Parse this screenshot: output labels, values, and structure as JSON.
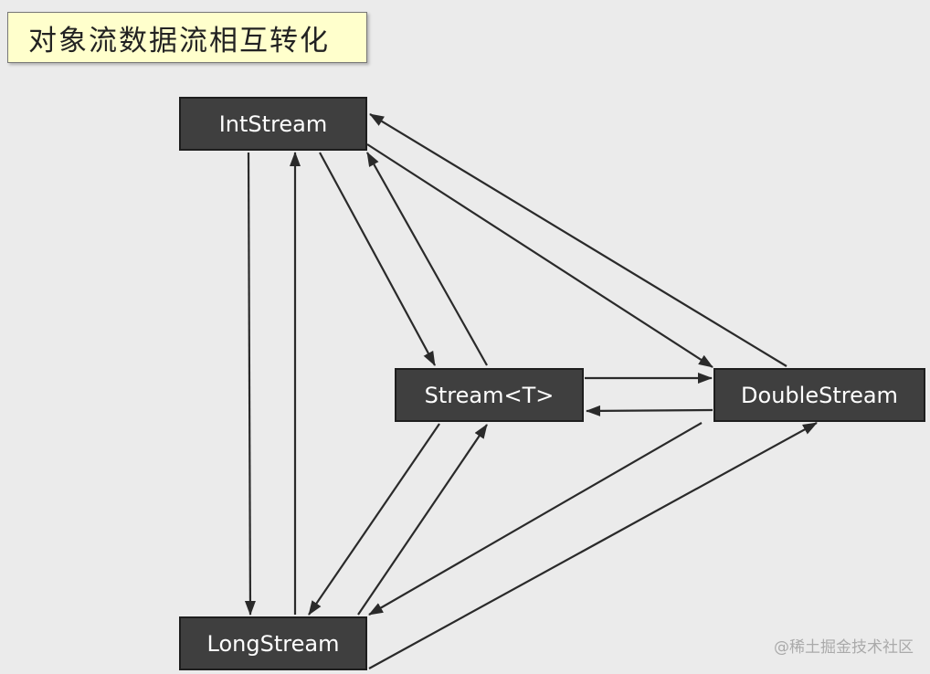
{
  "title": "对象流数据流相互转化",
  "nodes": {
    "int_stream": "IntStream",
    "stream_t": "Stream<T>",
    "double_stream": "DoubleStream",
    "long_stream": "LongStream"
  },
  "watermark": "@稀土掘金技术社区",
  "colors": {
    "background": "#ebebeb",
    "title_fill": "#ffffcc",
    "node_fill": "#3f3f3f",
    "node_text": "#ffffff",
    "arrow": "#2a2a2a"
  }
}
